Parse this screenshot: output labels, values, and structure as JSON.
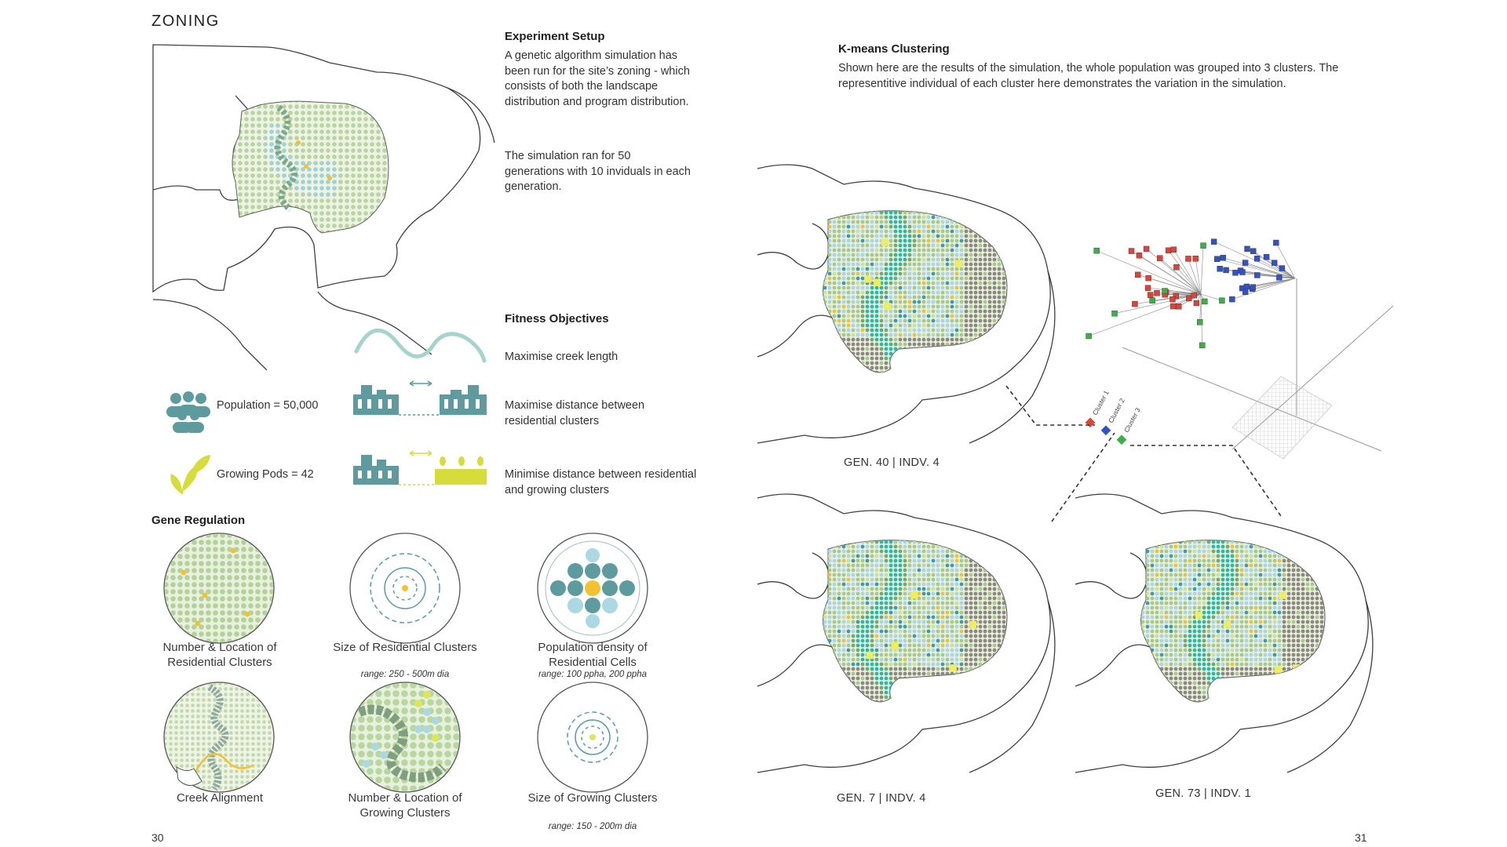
{
  "left_page": {
    "title": "ZONING",
    "experiment_setup": {
      "heading": "Experiment Setup",
      "paragraph1": "A genetic algorithm simulation has been run for the site’s zoning - which consists of both the landscape distribution and program distribution.",
      "paragraph2": "The simulation ran for 50 generations with 10 inviduals in each generation."
    },
    "fitness_objectives": {
      "heading": "Fitness Objectives",
      "items": [
        "Maximise creek length",
        "Maximise distance between residential clusters",
        "Minimise distance between residential and growing clusters"
      ]
    },
    "stats": {
      "population": "Population = 50,000",
      "growing_pods": "Growing Pods = 42"
    },
    "gene_regulation": {
      "heading": "Gene Regulation",
      "items": [
        {
          "label": "Number & Location of Residential Clusters",
          "range": ""
        },
        {
          "label": "Size of Residential Clusters",
          "range": "range: 250 - 500m dia"
        },
        {
          "label": "Population density of Residential Cells",
          "range": "range: 100 ppha, 200 ppha"
        },
        {
          "label": "Creek Alignment",
          "range": ""
        },
        {
          "label": "Number & Location of Growing Clusters",
          "range": ""
        },
        {
          "label": "Size of Growing Clusters",
          "range": "range: 150 - 200m dia"
        }
      ]
    },
    "page_number": "30"
  },
  "right_page": {
    "kmeans": {
      "heading": "K-means Clustering",
      "paragraph": "Shown here are the results of the simulation, the whole population was grouped into 3 clusters. The representitive individual of each cluster here demonstrates the variation in the simulation."
    },
    "maps": [
      {
        "label": "GEN. 40 | INDV. 4"
      },
      {
        "label": "GEN. 7 | INDV. 4"
      },
      {
        "label": "GEN. 73 | INDV. 1"
      }
    ],
    "legend": [
      "Cluster 1",
      "Cluster 2",
      "Cluster 3"
    ],
    "page_number": "31"
  },
  "colors": {
    "cluster1": "#d9443b",
    "cluster2": "#3552c4",
    "cluster3": "#3fae49",
    "teal_icon": "#5d9b9f",
    "yellow_icon": "#d6dc3a",
    "grid_green": "#a8c98a",
    "grid_blue": "#a9d6e0",
    "creek": "#2bb9a3",
    "grey_cell": "#8c8a7c"
  },
  "icons": [
    "people-group-icon",
    "sprout-icon",
    "wave-icon",
    "buildings-icon",
    "greenhouse-icon"
  ]
}
